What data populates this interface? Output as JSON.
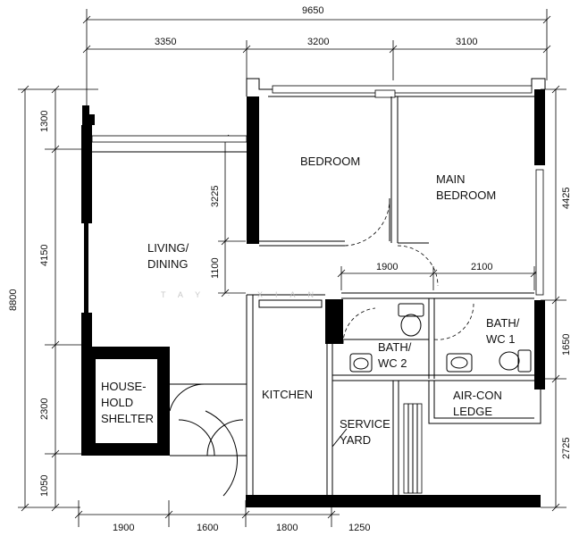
{
  "rooms": {
    "bedroom": "BEDROOM",
    "main_bedroom_1": "MAIN",
    "main_bedroom_2": "BEDROOM",
    "living_1": "LIVING/",
    "living_2": "DINING",
    "bath2_1": "BATH/",
    "bath2_2": "WC  2",
    "bath1_1": "BATH/",
    "bath1_2": "WC  1",
    "shelter_1": "HOUSE-",
    "shelter_2": "HOLD",
    "shelter_3": "SHELTER",
    "kitchen": "KITCHEN",
    "service_1": "SERVICE",
    "service_2": "YARD",
    "aircon_1": "AIR-CON",
    "aircon_2": "LEDGE"
  },
  "dimensions": {
    "top_total": "9650",
    "top_1": "3350",
    "top_2": "3200",
    "top_3": "3100",
    "left_total": "8800",
    "left_1": "1300",
    "left_2": "4150",
    "left_3": "2300",
    "left_4": "1050",
    "inner_1": "3225",
    "inner_2": "1100",
    "mid_1": "1900",
    "mid_2": "2100",
    "right_1": "4425",
    "right_2": "1650",
    "right_3": "2725",
    "bottom_1": "1900",
    "bottom_2": "1600",
    "bottom_3": "1800",
    "bottom_4": "1250"
  },
  "watermark": "TAY · XIAN"
}
